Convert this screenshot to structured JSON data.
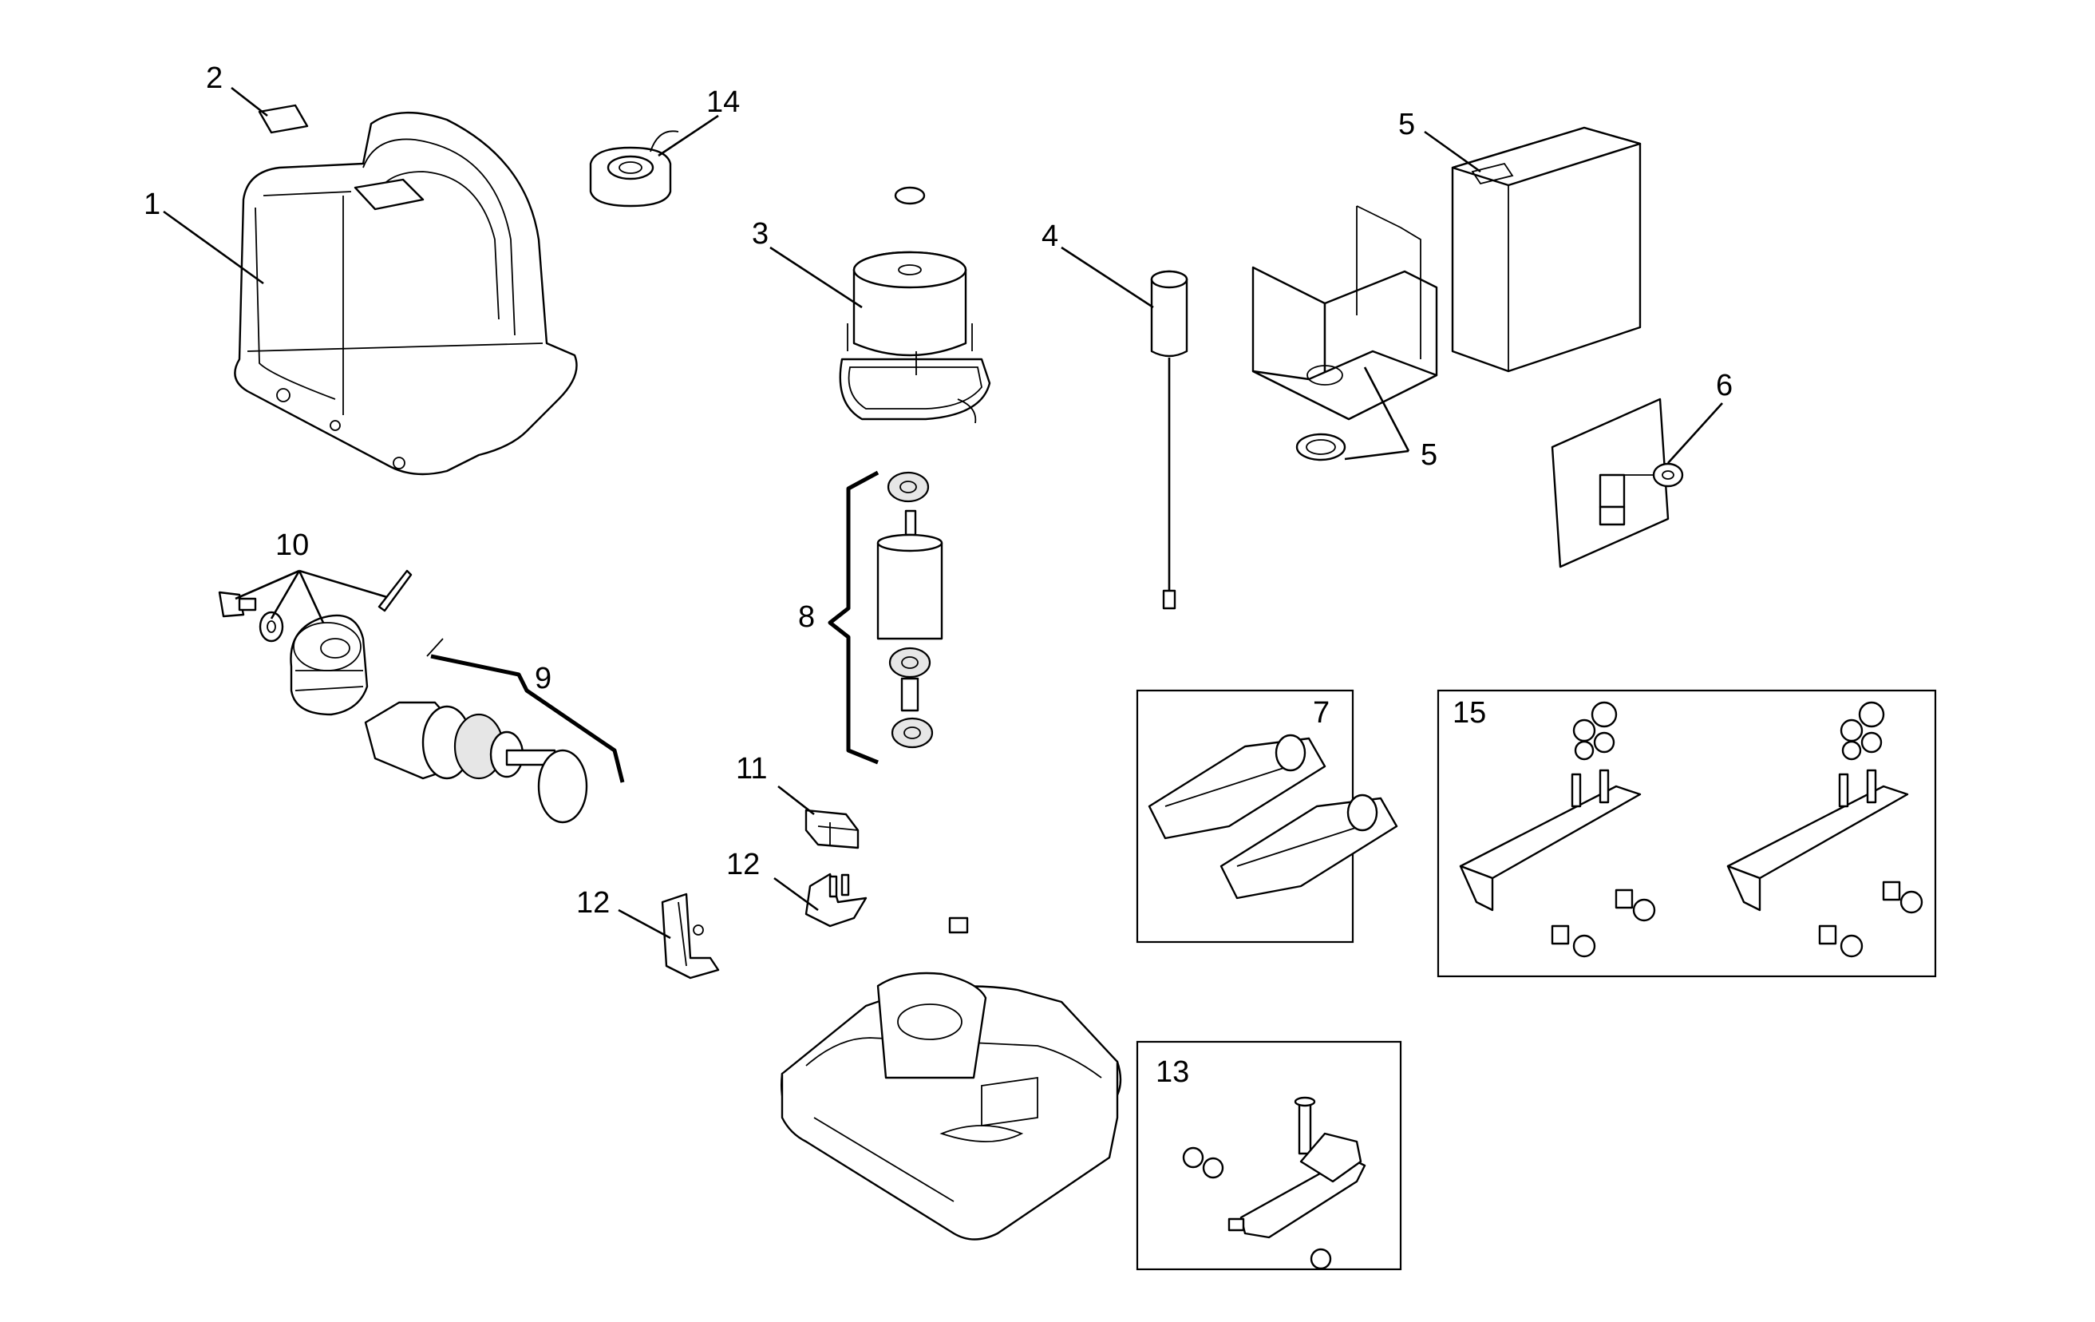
{
  "labels": {
    "l1": "1",
    "l2": "2",
    "l3": "3",
    "l4": "4",
    "l5a": "5",
    "l5b": "5",
    "l6": "6",
    "l7": "7",
    "l8": "8",
    "l9": "9",
    "l10": "10",
    "l11": "11",
    "l12a": "12",
    "l12b": "12",
    "l13": "13",
    "l14": "14",
    "l15": "15"
  }
}
